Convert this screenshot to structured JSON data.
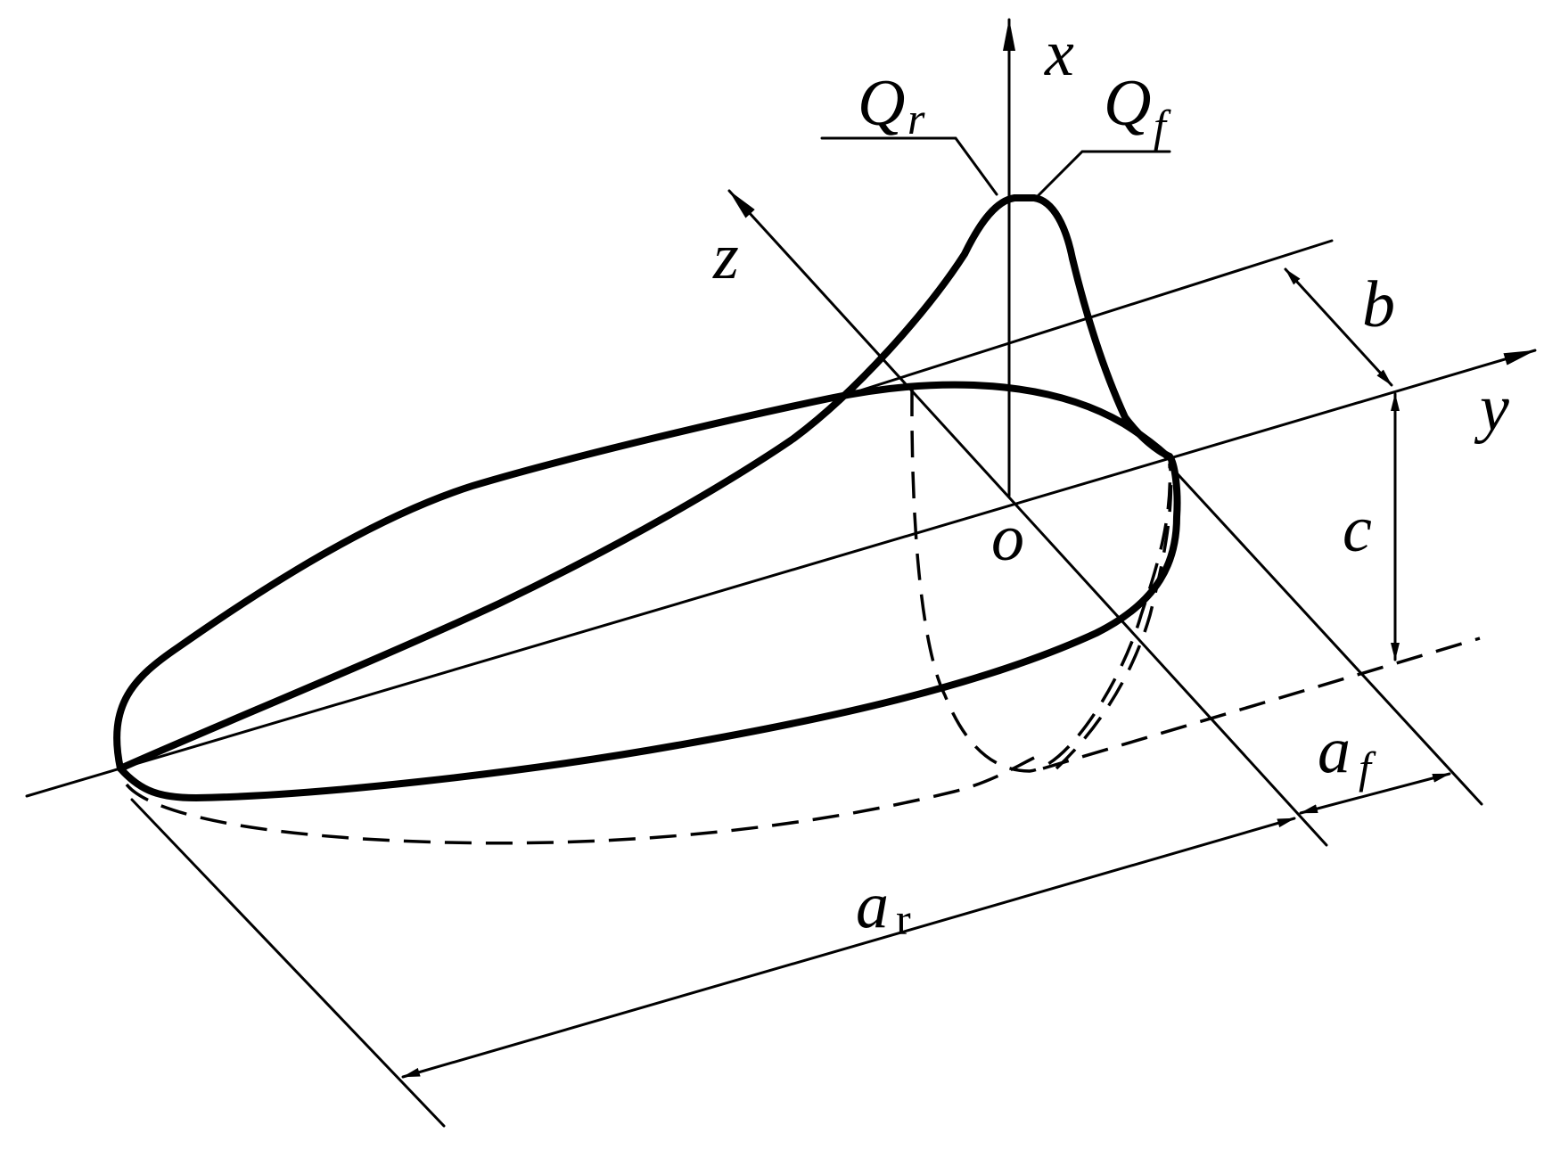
{
  "diagram": {
    "axes": {
      "x": "x",
      "y": "y",
      "z": "z",
      "origin": "o"
    },
    "labels": {
      "Q_r": {
        "main": "Q",
        "sub": "r"
      },
      "Q_f": {
        "main": "Q",
        "sub": "f"
      },
      "a_r": {
        "main": "a",
        "sub": "r"
      },
      "a_f": {
        "main": "a",
        "sub": "f"
      },
      "b": "b",
      "c": "c"
    }
  }
}
